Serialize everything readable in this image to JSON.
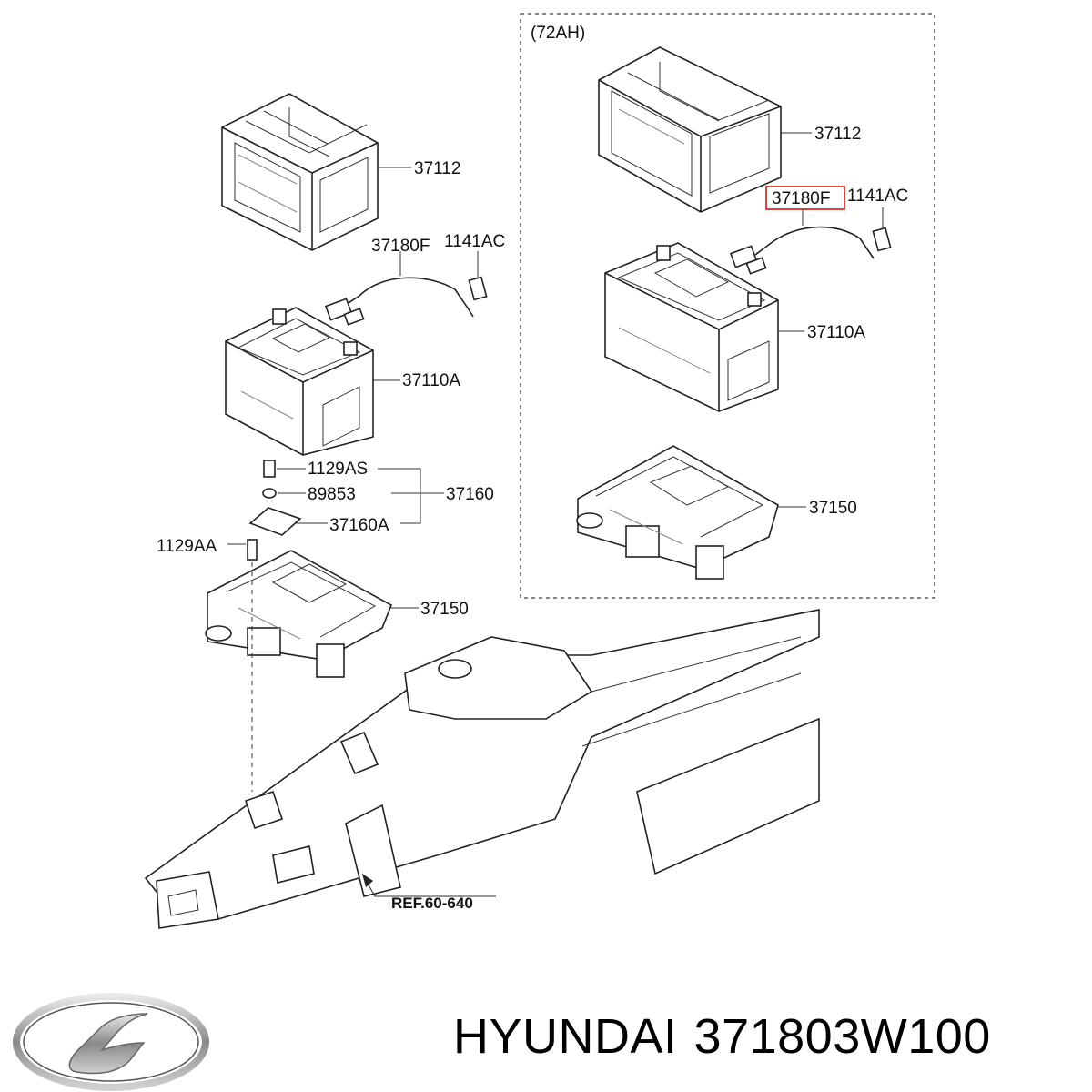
{
  "variant": {
    "label": "(72AH)"
  },
  "left_parts": {
    "tray_top": "37112",
    "cable": "37180F",
    "bolt_cable": "1141AC",
    "battery": "37110A",
    "bolt_1": "1129AS",
    "nut": "89853",
    "clamp_group": "37160",
    "clamp": "37160A",
    "bolt_2": "1129AA",
    "tray_base": "37150"
  },
  "right_parts": {
    "tray_top": "37112",
    "cable": "37180F",
    "bolt_cable": "1141AC",
    "battery": "37110A",
    "tray_base": "37150"
  },
  "reference": {
    "label": "REF.60-640"
  },
  "highlight_color": "#d9302c",
  "footer": {
    "brand": "HYUNDAI",
    "part_number": "371803W100"
  },
  "logo": {
    "icon": "hyundai-logo"
  }
}
